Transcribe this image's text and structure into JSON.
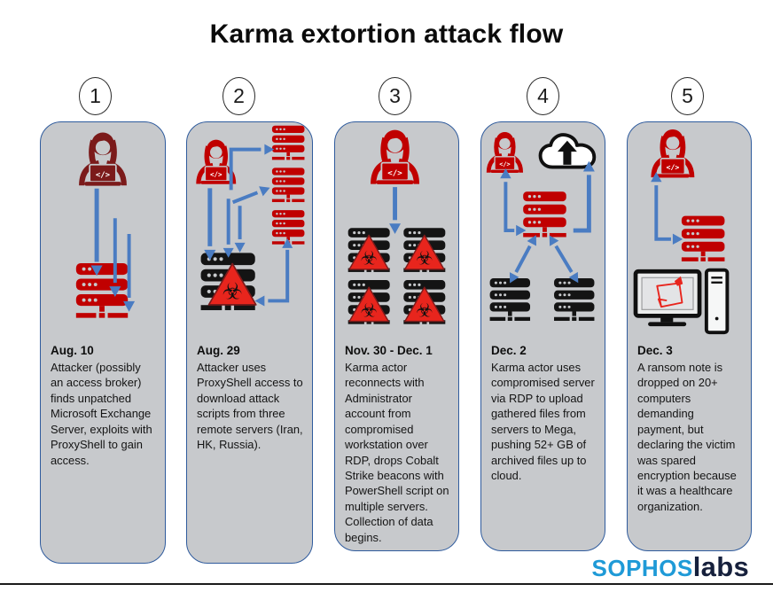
{
  "title": "Karma extortion attack flow",
  "steps": [
    {
      "number": "1",
      "date": "Aug. 10",
      "description": "Attacker (possibly an access broker) finds unpatched Microsoft Exchange Server, exploits with ProxyShell to gain access."
    },
    {
      "number": "2",
      "date": "Aug. 29",
      "description": "Attacker uses ProxyShell access to download attack scripts from three remote servers (Iran, HK, Russia)."
    },
    {
      "number": "3",
      "date": "Nov. 30 - Dec. 1",
      "description": "Karma actor reconnects with Administrator account from compromised workstation over RDP, drops Cobalt Strike beacons with PowerShell script on multiple servers. Collection of data begins."
    },
    {
      "number": "4",
      "date": "Dec. 2",
      "description": "Karma actor uses compromised server via RDP to upload gathered files from servers to Mega, pushing 52+ GB of archived files up to cloud."
    },
    {
      "number": "5",
      "date": "Dec. 3",
      "description": "A ransom note is dropped on 20+ computers demanding payment, but declaring the victim was spared encryption because it was a healthcare organization."
    }
  ],
  "icons": {
    "attacker": "hacker-with-laptop",
    "server": "server-stack",
    "malware": "biohazard-warning-triangle",
    "cloud": "cloud-upload",
    "computer": "desktop-with-ransom-note",
    "code_glyph": "</>",
    "hazard_glyph": "☣"
  },
  "logo": {
    "part1": "SOPHOS",
    "part2": "labs"
  },
  "colors": {
    "panel-fill": "#c7c9cc",
    "panel-border": "#2f5b9d",
    "dark-red": "#7b1a1a",
    "bright-red": "#c00000",
    "hazard-red": "#e8251d",
    "arrow-blue": "#4a7cc2",
    "icon-black": "#141414",
    "sophos-blue": "#1f9ad7",
    "labs-navy": "#16203c"
  }
}
